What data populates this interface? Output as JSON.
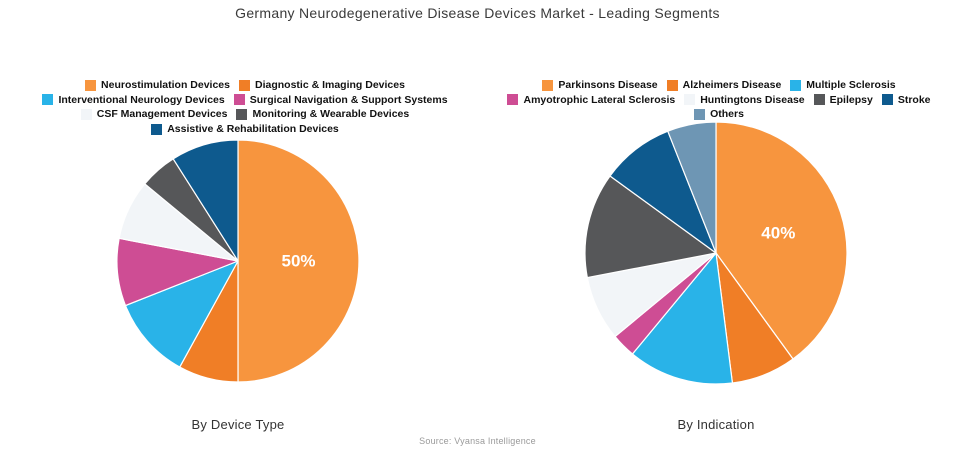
{
  "title": "Germany Neurodegenerative Disease Devices Market - Leading Segments",
  "source": "Source: Vyansa Intelligence",
  "chart_data": [
    {
      "type": "pie",
      "title": "By Device Type",
      "labels": [
        "Neurostimulation Devices",
        "Diagnostic & Imaging Devices",
        "Interventional Neurology Devices",
        "Surgical Navigation & Support Systems",
        "CSF Management Devices",
        "Monitoring & Wearable Devices",
        "Assistive & Rehabilitation Devices"
      ],
      "values": [
        50,
        8,
        11,
        9,
        8,
        5,
        9
      ],
      "slice_labels": [
        "50%",
        "",
        "",
        "",
        "",
        "",
        ""
      ],
      "colors": [
        "#F7953E",
        "#F07E26",
        "#29B3E8",
        "#CE4D94",
        "#F2F5F8",
        "#565759",
        "#0E5A8E"
      ],
      "legend_rows": [
        [
          0,
          1
        ],
        [
          2,
          3
        ],
        [
          4,
          5
        ],
        [
          6
        ]
      ],
      "start_angle_deg": 0,
      "direction": "clockwise",
      "label_radius_fraction": 0.5,
      "legend_position": "top"
    },
    {
      "type": "pie",
      "title": "By Indication",
      "labels": [
        "Parkinsons Disease",
        "Alzheimers Disease",
        "Multiple Sclerosis",
        "Amyotrophic Lateral Sclerosis",
        "Huntingtons Disease",
        "Epilepsy",
        "Stroke",
        "Others"
      ],
      "values": [
        40,
        8,
        13,
        3,
        8,
        13,
        9,
        6
      ],
      "slice_labels": [
        "40%",
        "",
        "",
        "",
        "",
        "",
        "",
        ""
      ],
      "colors": [
        "#F7953E",
        "#F07E26",
        "#29B3E8",
        "#CE4D94",
        "#F2F5F8",
        "#565759",
        "#0E5A8E",
        "#6E96B4"
      ],
      "legend_rows": [
        [
          0,
          1,
          2
        ],
        [
          3,
          4,
          5,
          6
        ],
        [
          7
        ]
      ],
      "start_angle_deg": 0,
      "direction": "clockwise",
      "label_radius_fraction": 0.5,
      "legend_position": "top"
    }
  ]
}
